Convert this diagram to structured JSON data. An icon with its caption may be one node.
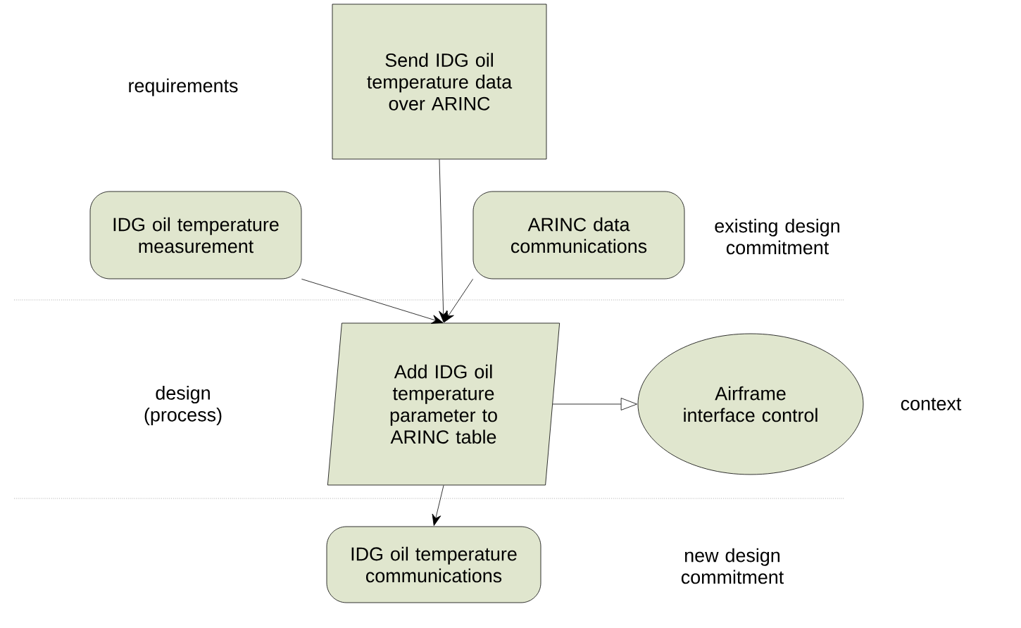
{
  "diagram": {
    "nodes": [
      {
        "text": [
          "Send IDG oil temperature data over ARINC"
        ]
      },
      {
        "text": [
          "IDG oil temperature measurement"
        ]
      },
      {
        "text": [
          "ARINC data communications"
        ]
      },
      {
        "text": [
          "Add IDG oil temperature parameter to ARINC table"
        ]
      },
      {
        "text": [
          "Airframe interface control"
        ]
      },
      {
        "text": [
          "IDG oil temperature communications"
        ]
      }
    ],
    "edges": [
      {
        "from": 0,
        "to": 3,
        "arrow": "to"
      },
      {
        "from": 1,
        "to": 3,
        "arrow": "to"
      },
      {
        "from": 2,
        "to": 3,
        "arrow": "to"
      },
      {
        "from": 3,
        "to": 4,
        "arrow": "to"
      },
      {
        "from": 3,
        "to": 5,
        "arrow": "to"
      }
    ],
    "labels": [
      "requirements",
      "existing design commitment",
      "design (process)",
      "context",
      "new design commitment"
    ]
  }
}
